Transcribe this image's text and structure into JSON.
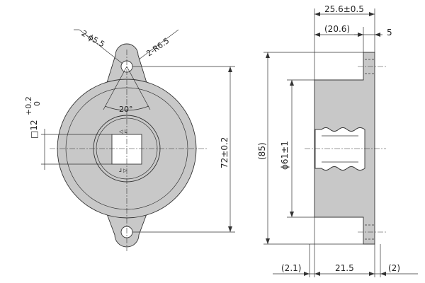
{
  "colors": {
    "part_fill": "#c8c8c8",
    "hole_fill": "#ffffff",
    "line": "#333333"
  },
  "front_view": {
    "hole_callout": "2-ϕ5.5",
    "radius_callout": "2-R6.5",
    "angle_label": "20°",
    "square_size": "□12",
    "tol_upper": "+0.2",
    "tol_lower": "0",
    "height_dim": "72±0.2",
    "mark_l_top": "◁ L",
    "mark_l_bottom": "⅃ ▷"
  },
  "side_view": {
    "overall_width": "25.6±0.5",
    "body_width": "(20.6)",
    "flange_width": "5",
    "overall_height": "(85)",
    "body_diameter": "ϕ61±1",
    "left_gap": "(2.1)",
    "bottom_width": "21.5",
    "right_gap": "(2)"
  }
}
